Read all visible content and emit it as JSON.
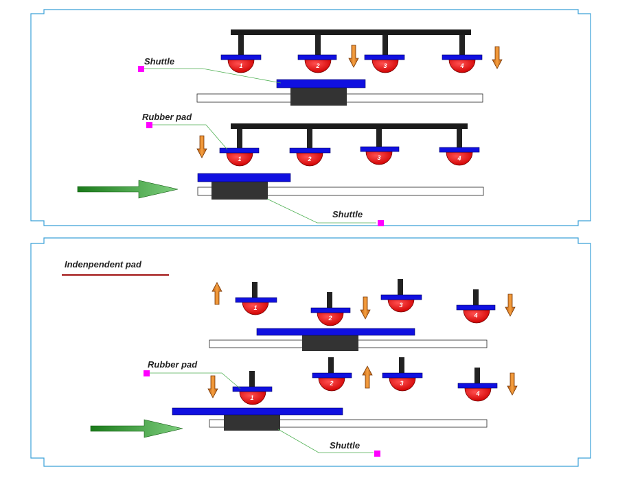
{
  "top_panel": {
    "shuttle_label_upper": "Shuttle",
    "rubber_pad_label": "Rubber pad",
    "shuttle_label_lower": "Shuttle",
    "pad_numbers_row1": [
      "1",
      "2",
      "3",
      "4"
    ],
    "pad_numbers_row2": [
      "1",
      "2",
      "3",
      "4"
    ]
  },
  "bottom_panel": {
    "title": "Indenpendent pad",
    "rubber_pad_label": "Rubber pad",
    "shuttle_label": "Shuttle",
    "pad_numbers_row1": [
      "1",
      "2",
      "3",
      "4"
    ],
    "pad_numbers_row2": [
      "1",
      "2",
      "3",
      "4"
    ]
  },
  "colors": {
    "frame": "#3aa0d8",
    "bar": "#1a1a1a",
    "plate": "#1010e0",
    "pad": "#e81010",
    "arrow": "#f08c28",
    "feed_arrow": "#1a8a1a",
    "marker": "#ff00ff",
    "leader": "#4caf50",
    "underline": "#a01010"
  },
  "icons": {
    "down_arrow": "down-arrow-icon",
    "up_arrow": "up-arrow-icon",
    "feed_arrow": "right-arrow-icon",
    "marker": "magenta-square-icon"
  }
}
